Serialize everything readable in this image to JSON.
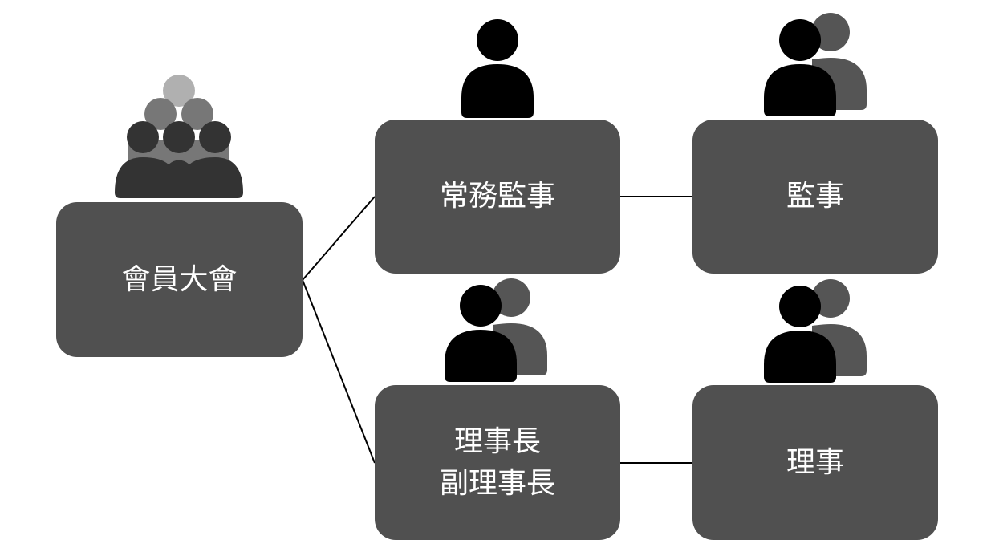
{
  "nodes": {
    "assembly": {
      "label": "會員大會",
      "icon": "crowd-icon"
    },
    "standing_supervisor": {
      "label": "常務監事",
      "icon": "person-icon"
    },
    "supervisor": {
      "label": "監事",
      "icon": "people-icon"
    },
    "chairman": {
      "line1": "理事長",
      "line2": "副理事長",
      "icon": "people-icon"
    },
    "director": {
      "label": "理事",
      "icon": "people-icon"
    }
  },
  "colors": {
    "box": "#505050",
    "text": "#ffffff",
    "line": "#000000"
  }
}
